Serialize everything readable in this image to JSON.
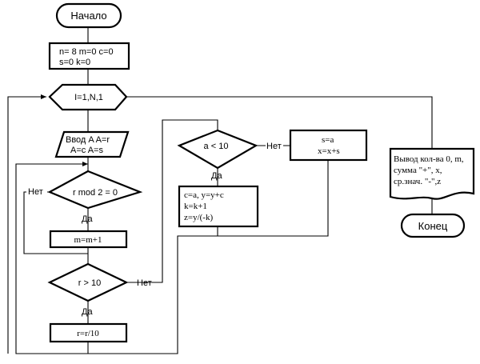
{
  "start": "Начало",
  "init": {
    "line1": "n= 8  m=0     c=0",
    "line2": "s=0  k=0"
  },
  "loop": "I=1,N,1",
  "input": {
    "line1": "Ввод A   A=r",
    "line2": "A=c   A=s"
  },
  "cond_mod": "r mod 2 =  0",
  "cond_gt": "r > 10",
  "cond_lt": "a < 10",
  "assign_m": "m=m+1",
  "assign_r": "r=r/10",
  "assign_c": {
    "line1": "c=a, y=y+c",
    "line2": "k=k+1",
    "line3": "z=y/(-k)"
  },
  "assign_s": {
    "line1": "s=a",
    "line2": "x=x+s"
  },
  "output": {
    "line1": "Вывод кол-ва 0, m,",
    "line2": "сумма \"+\", x,",
    "line3": "ср.знач. \"-\",z"
  },
  "end": "Конец",
  "labels": {
    "yes": "Да",
    "no": "Нет"
  }
}
